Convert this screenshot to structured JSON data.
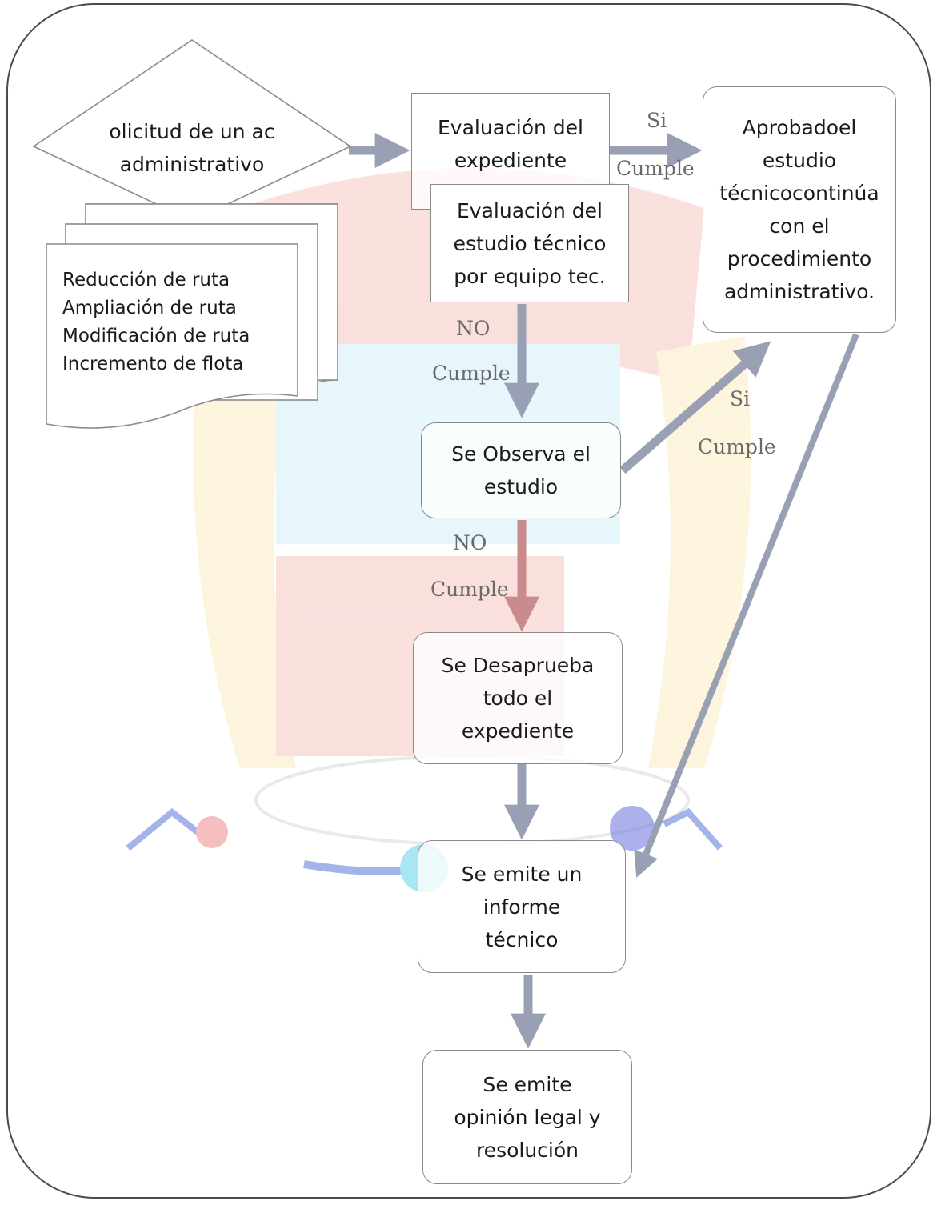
{
  "nodes": {
    "solicitud": "olicitud de un ac\nadministrativo",
    "documentos": "Reducción de ruta\nAmpliación de ruta\nModificación  de ruta\nIncremento de flota",
    "evaluacion_expediente": "Evaluación del\nexpediente",
    "evaluacion_estudio": "Evaluación del\nestudio técnico\npor equipo tec.",
    "aprobado": "Aprobadoel\nestudio\ntécnicocontinúa\ncon el\nprocedimiento\nadministrativo.",
    "se_observa": "Se Observa el\nestudio",
    "se_desaprueba": "Se Desaprueba\ntodo el\nexpediente",
    "informe": "Se emite un\ninforme\ntécnico",
    "opinion": "Se emite\nopinión legal y\nresolución"
  },
  "edge_labels": {
    "si_1": "Si",
    "cumple_1": "Cumple",
    "no_1": "NO",
    "cumple_2": "Cumple",
    "si_2": "Si",
    "cumple_3": "Cumple",
    "no_2": "NO",
    "cumple_4": "Cumple"
  },
  "colors": {
    "arrow": "#9aa0b4",
    "arrow_red": "#c98c8c",
    "border": "#8a8a8a",
    "label": "#6a6a6a"
  }
}
